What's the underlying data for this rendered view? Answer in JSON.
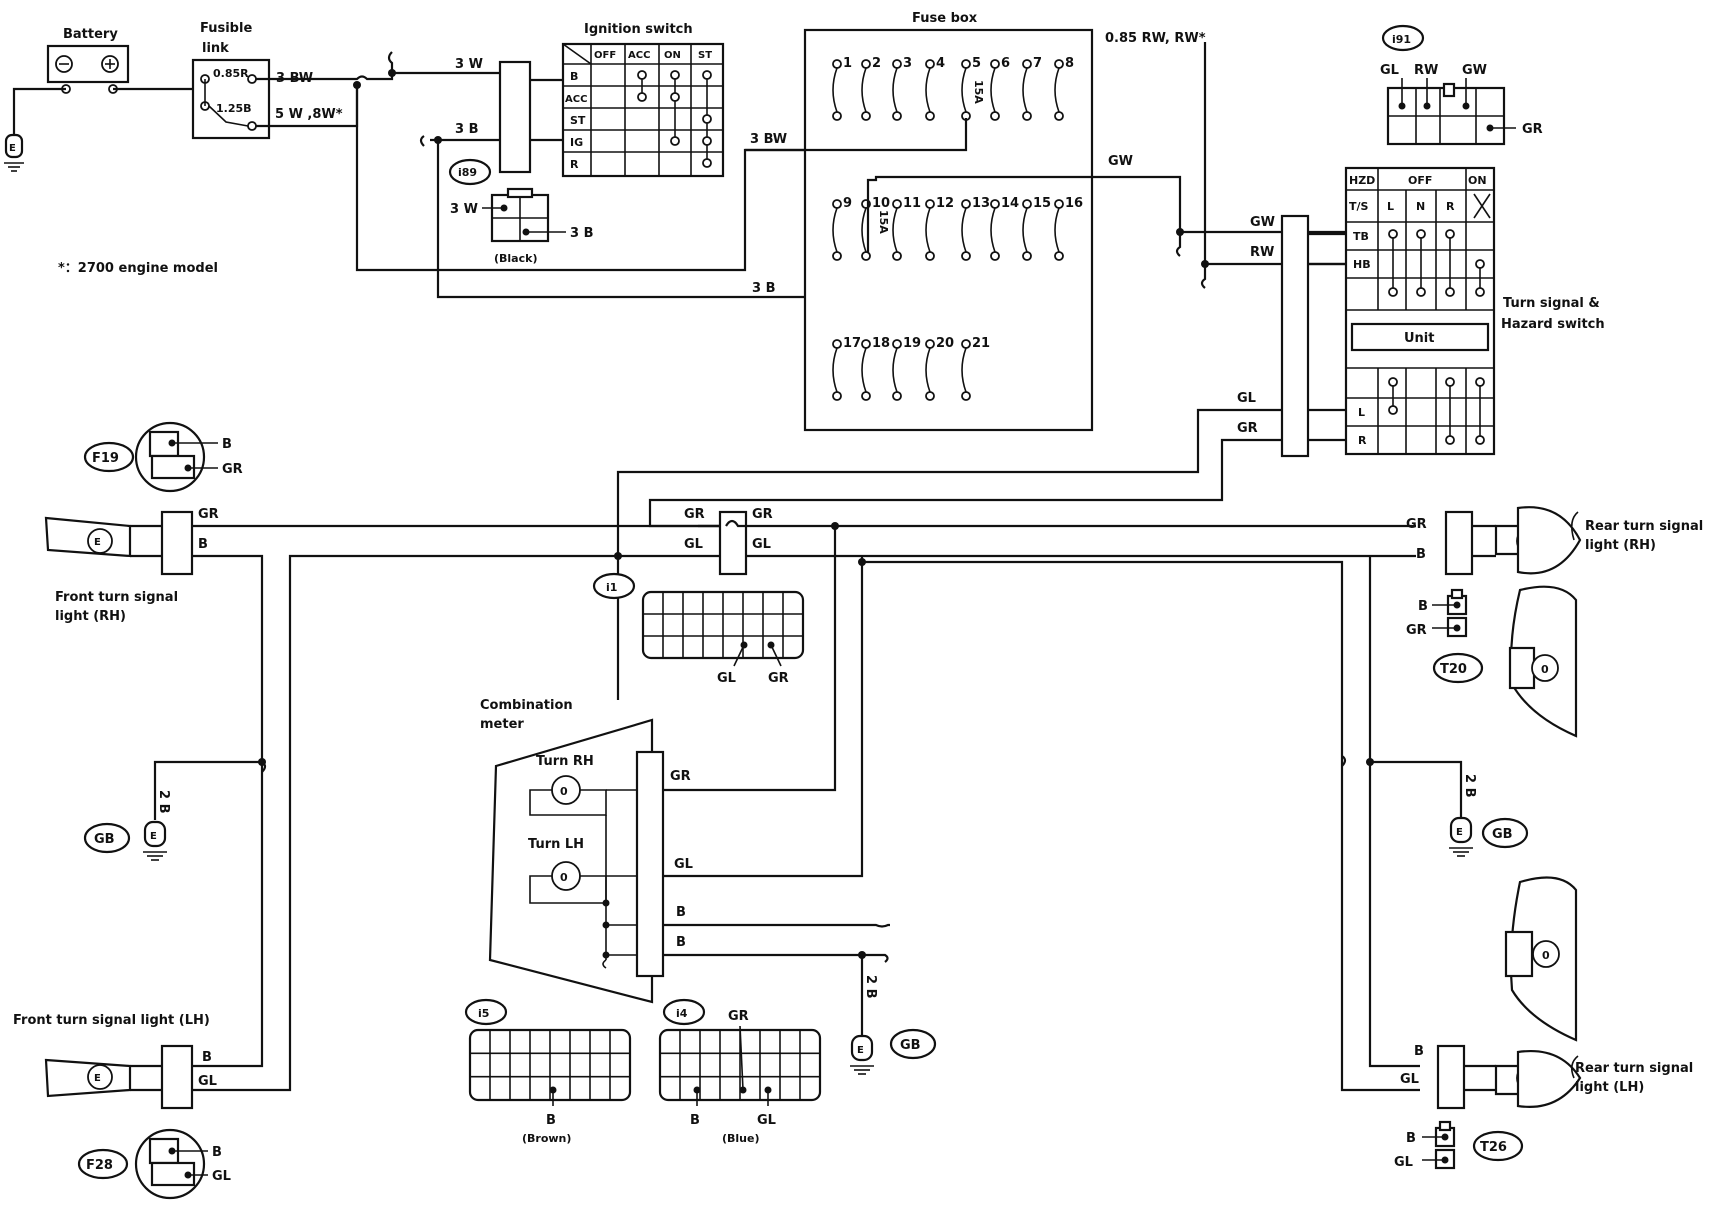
{
  "battery": {
    "title": "Battery"
  },
  "fusible_link": {
    "title": "Fusible",
    "title2": "link",
    "f1": "0.85R",
    "f2": "1.25B",
    "out1": "3 BW",
    "out2": "5 W ,8W*"
  },
  "ignition": {
    "title": "Ignition switch",
    "cols": [
      "OFF",
      "ACC",
      "ON",
      "ST"
    ],
    "rows": [
      "B",
      "ACC",
      "ST",
      "IG",
      "R"
    ],
    "in_w": "3 W",
    "in_b": "3 B"
  },
  "i89": {
    "id": "i89",
    "w": "3 W",
    "b": "3 B",
    "color": "(Black)"
  },
  "note": "*：2700 engine model",
  "fuse_box": {
    "title": "Fuse box",
    "row1": [
      "1",
      "2",
      "3",
      "4",
      "5",
      "6",
      "7",
      "8"
    ],
    "row2": [
      "9",
      "10",
      "11",
      "12",
      "13",
      "14",
      "15",
      "16"
    ],
    "row3": [
      "17",
      "18",
      "19",
      "20",
      "21"
    ],
    "amp5": "15A",
    "amp10": "15A",
    "bw": "3 BW",
    "b": "3 B",
    "rw": "0.85 RW, RW*",
    "gw": "GW"
  },
  "i91": {
    "id": "i91",
    "gl": "GL",
    "rw": "RW",
    "gw": "GW",
    "gr": "GR"
  },
  "switch": {
    "hzd": "HZD",
    "off": "OFF",
    "on": "ON",
    "ts": "T/S",
    "l": "L",
    "n": "N",
    "r": "R",
    "tb": "TB",
    "hb": "HB",
    "unit": "Unit",
    "L": "L",
    "R": "R",
    "title1": "Turn signal &",
    "title2": "Hazard switch",
    "gw": "GW",
    "rw": "RW",
    "gl": "GL",
    "gr": "GR"
  },
  "front_rh": {
    "title1": "Front turn signal",
    "title2": "light (RH)",
    "gr": "GR",
    "b": "B"
  },
  "front_lh": {
    "title": "Front turn signal light (LH)",
    "b": "B",
    "gl": "GL"
  },
  "f19": {
    "id": "F19",
    "b": "B",
    "gr": "GR"
  },
  "f28": {
    "id": "F28",
    "b": "B",
    "gl": "GL"
  },
  "gb": "GB",
  "ground_2b": "2 B",
  "ground_e": "E",
  "i1": {
    "id": "i1",
    "gr1": "GR",
    "gr2": "GR",
    "gl1": "GL",
    "gl2": "GL",
    "pin_gl": "GL",
    "pin_gr": "GR"
  },
  "meter": {
    "title1": "Combination",
    "title2": "meter",
    "turn_rh": "Turn RH",
    "turn_lh": "Turn LH",
    "gr": "GR",
    "gl": "GL",
    "b1": "B",
    "b2": "B"
  },
  "i5": {
    "id": "i5",
    "b": "B",
    "color": "(Brown)"
  },
  "i4": {
    "id": "i4",
    "gr": "GR",
    "b": "B",
    "gl": "GL",
    "color": "(Blue)"
  },
  "rear_rh": {
    "title1": "Rear turn signal",
    "title2": "light (RH)",
    "gr": "GR",
    "b": "B"
  },
  "rear_lh": {
    "title1": "Rear turn signal",
    "title2": "light (LH)",
    "b": "B",
    "gl": "GL"
  },
  "t20": {
    "id": "T20",
    "b": "B",
    "gr": "GR"
  },
  "t26": {
    "id": "T26",
    "b": "B",
    "gl": "GL"
  }
}
